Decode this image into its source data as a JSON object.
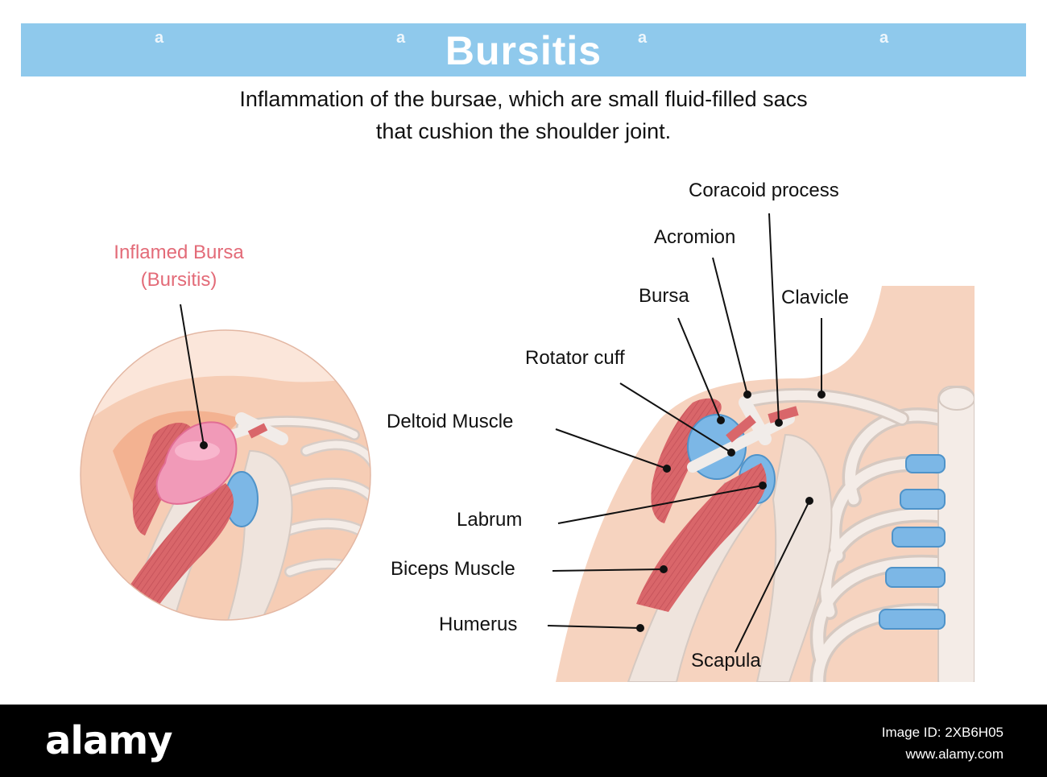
{
  "title": "Bursitis",
  "subtitle_line1": "Inflammation of the bursae, which are small fluid-filled sacs",
  "subtitle_line2": "that cushion the shoulder joint.",
  "inset_label_line1": "Inflamed Bursa",
  "inset_label_line2": "(Bursitis)",
  "labels": {
    "coracoid": "Coracoid process",
    "acromion": "Acromion",
    "bursa": "Bursa",
    "clavicle": "Clavicle",
    "rotator": "Rotator cuff",
    "deltoid": "Deltoid Muscle",
    "labrum": "Labrum",
    "biceps": "Biceps Muscle",
    "humerus": "Humerus",
    "scapula": "Scapula"
  },
  "footer": {
    "brand": "alamy",
    "image_id": "Image ID: 2XB6H05",
    "site": "www.alamy.com"
  },
  "colors": {
    "banner": "#8fc9ec",
    "skin": "#f6d3bf",
    "muscle": "#d9666a",
    "cartilage": "#7cb7e6",
    "bone": "#f4ece7",
    "inflamed": "#f19ab8"
  }
}
